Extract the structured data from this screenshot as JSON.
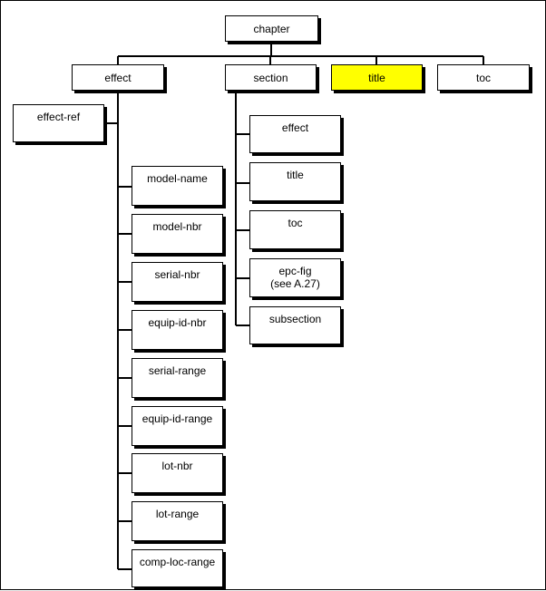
{
  "diagram": {
    "root": "chapter",
    "level1": {
      "effect": "effect",
      "section": "section",
      "title": "title",
      "toc": "toc"
    },
    "effect_children": {
      "effect_ref": "effect-ref",
      "model_name": "model-name",
      "model_nbr": "model-nbr",
      "serial_nbr": "serial-nbr",
      "equip_id_nbr": "equip-id-nbr",
      "serial_range": "serial-range",
      "equip_id_range": "equip-id-range",
      "lot_nbr": "lot-nbr",
      "lot_range": "lot-range",
      "comp_loc_range": "comp-loc-range"
    },
    "section_children": {
      "effect": "effect",
      "title": "title",
      "toc": "toc",
      "epc_fig": "epc-fig\n(see A.27)",
      "subsection": "subsection"
    },
    "highlight_color": "#ffff00"
  }
}
